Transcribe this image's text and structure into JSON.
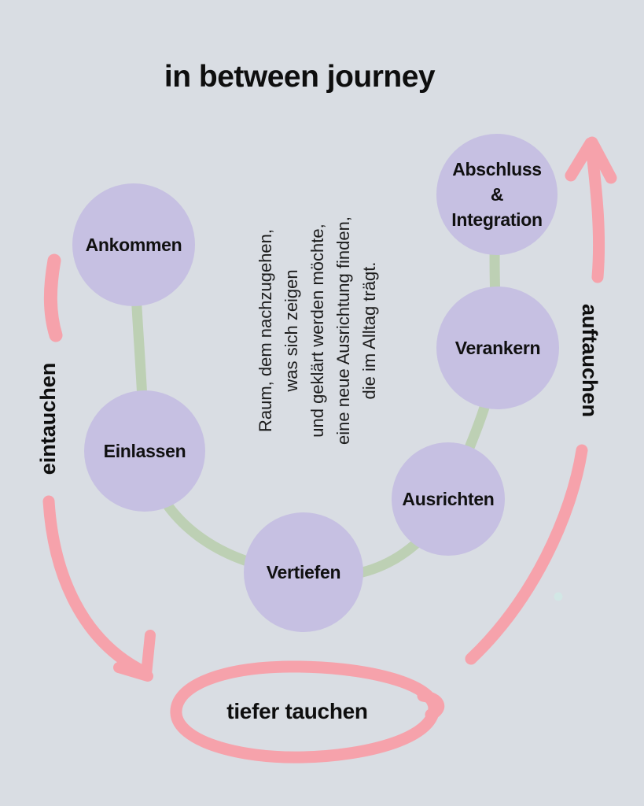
{
  "title": "in between journey",
  "nodes": [
    {
      "label": "Ankommen"
    },
    {
      "label": "Einlassen"
    },
    {
      "label": "Vertiefen"
    },
    {
      "label": "Ausrichten"
    },
    {
      "label": "Verankern"
    },
    {
      "label": "Abschluss & Integration"
    }
  ],
  "center_note": {
    "lines": [
      "Raum, dem nachzugehen,",
      "was sich zeigen",
      "und geklärt werden möchte,",
      "eine neue Ausrichtung finden,",
      "die im Alltag trägt."
    ]
  },
  "side_labels": {
    "left": "eintauchen",
    "right": "auftauchen"
  },
  "bottom_label": "tiefer tauchen",
  "colors": {
    "background": "#d9dde3",
    "node_fill": "#c6c0e2",
    "path_green": "#bdd0b4",
    "accent_pink": "#f6a2ab",
    "text": "#121212",
    "dot_teal": "#cfe9e5"
  }
}
